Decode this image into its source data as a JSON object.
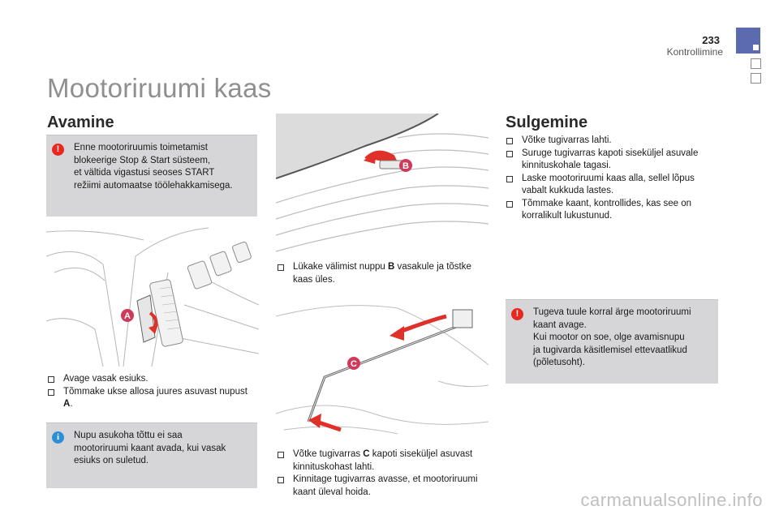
{
  "header": {
    "page_number": "233",
    "section": "Kontrollimine"
  },
  "title": "Mootoriruumi kaas",
  "opening": {
    "heading": "Avamine",
    "warning": [
      "Enne mootoriruumis toimetamist",
      "blokeerige Stop & Start süsteem,",
      "et vältida vigastusi seoses START",
      "režiimi automaatse töölehakkamisega."
    ],
    "figure_label": "A",
    "steps": [
      {
        "text": "Avage vasak esiuks."
      },
      {
        "pre": "Tõmmake ukse allosa juures asuvast nupust ",
        "bold": "A",
        "post": "."
      }
    ],
    "info": [
      "Nupu asukoha tõttu ei saa",
      "mootoriruumi kaant avada, kui vasak",
      "esiuks on suletud."
    ]
  },
  "middle": {
    "figure_b_label": "B",
    "step_b": {
      "pre": "Lükake välimist nuppu ",
      "bold": "B",
      "post": " vasakule ja tõstke kaas üles."
    },
    "figure_c_label": "C",
    "steps_c": [
      {
        "pre": "Võtke tugivarras ",
        "bold": "C",
        "post": " kapoti siseküljel asuvast kinnituskohast lahti."
      },
      {
        "text": "Kinnitage tugivarras avasse, et mootoriruumi kaant üleval hoida."
      }
    ]
  },
  "closing": {
    "heading": "Sulgemine",
    "steps": [
      {
        "text": "Võtke tugivarras lahti."
      },
      {
        "text": "Suruge tugivarras kapoti siseküljel asuvale kinnituskohale tagasi."
      },
      {
        "text": "Laske mootoriruumi kaas alla, sellel lõpus vabalt kukkuda lastes."
      },
      {
        "text": "Tõmmake kaant, kontrollides, kas see on korralikult lukustunud."
      }
    ],
    "warning": [
      "Tugeva tuule korral ärge mootoriruumi",
      "kaant avage.",
      "Kui mootor on soe, olge avamisnupu",
      "ja tugivarda käsitlemisel ettevaatlikud",
      "(põletusoht)."
    ]
  },
  "watermark": "carmanualsonline.info",
  "colors": {
    "accent": "#5c6bb0",
    "warning": "#e8271f",
    "info": "#2b8fd6",
    "box": "#d6d6d8",
    "label": "#d03a5a",
    "arrow": "#e0302a"
  }
}
